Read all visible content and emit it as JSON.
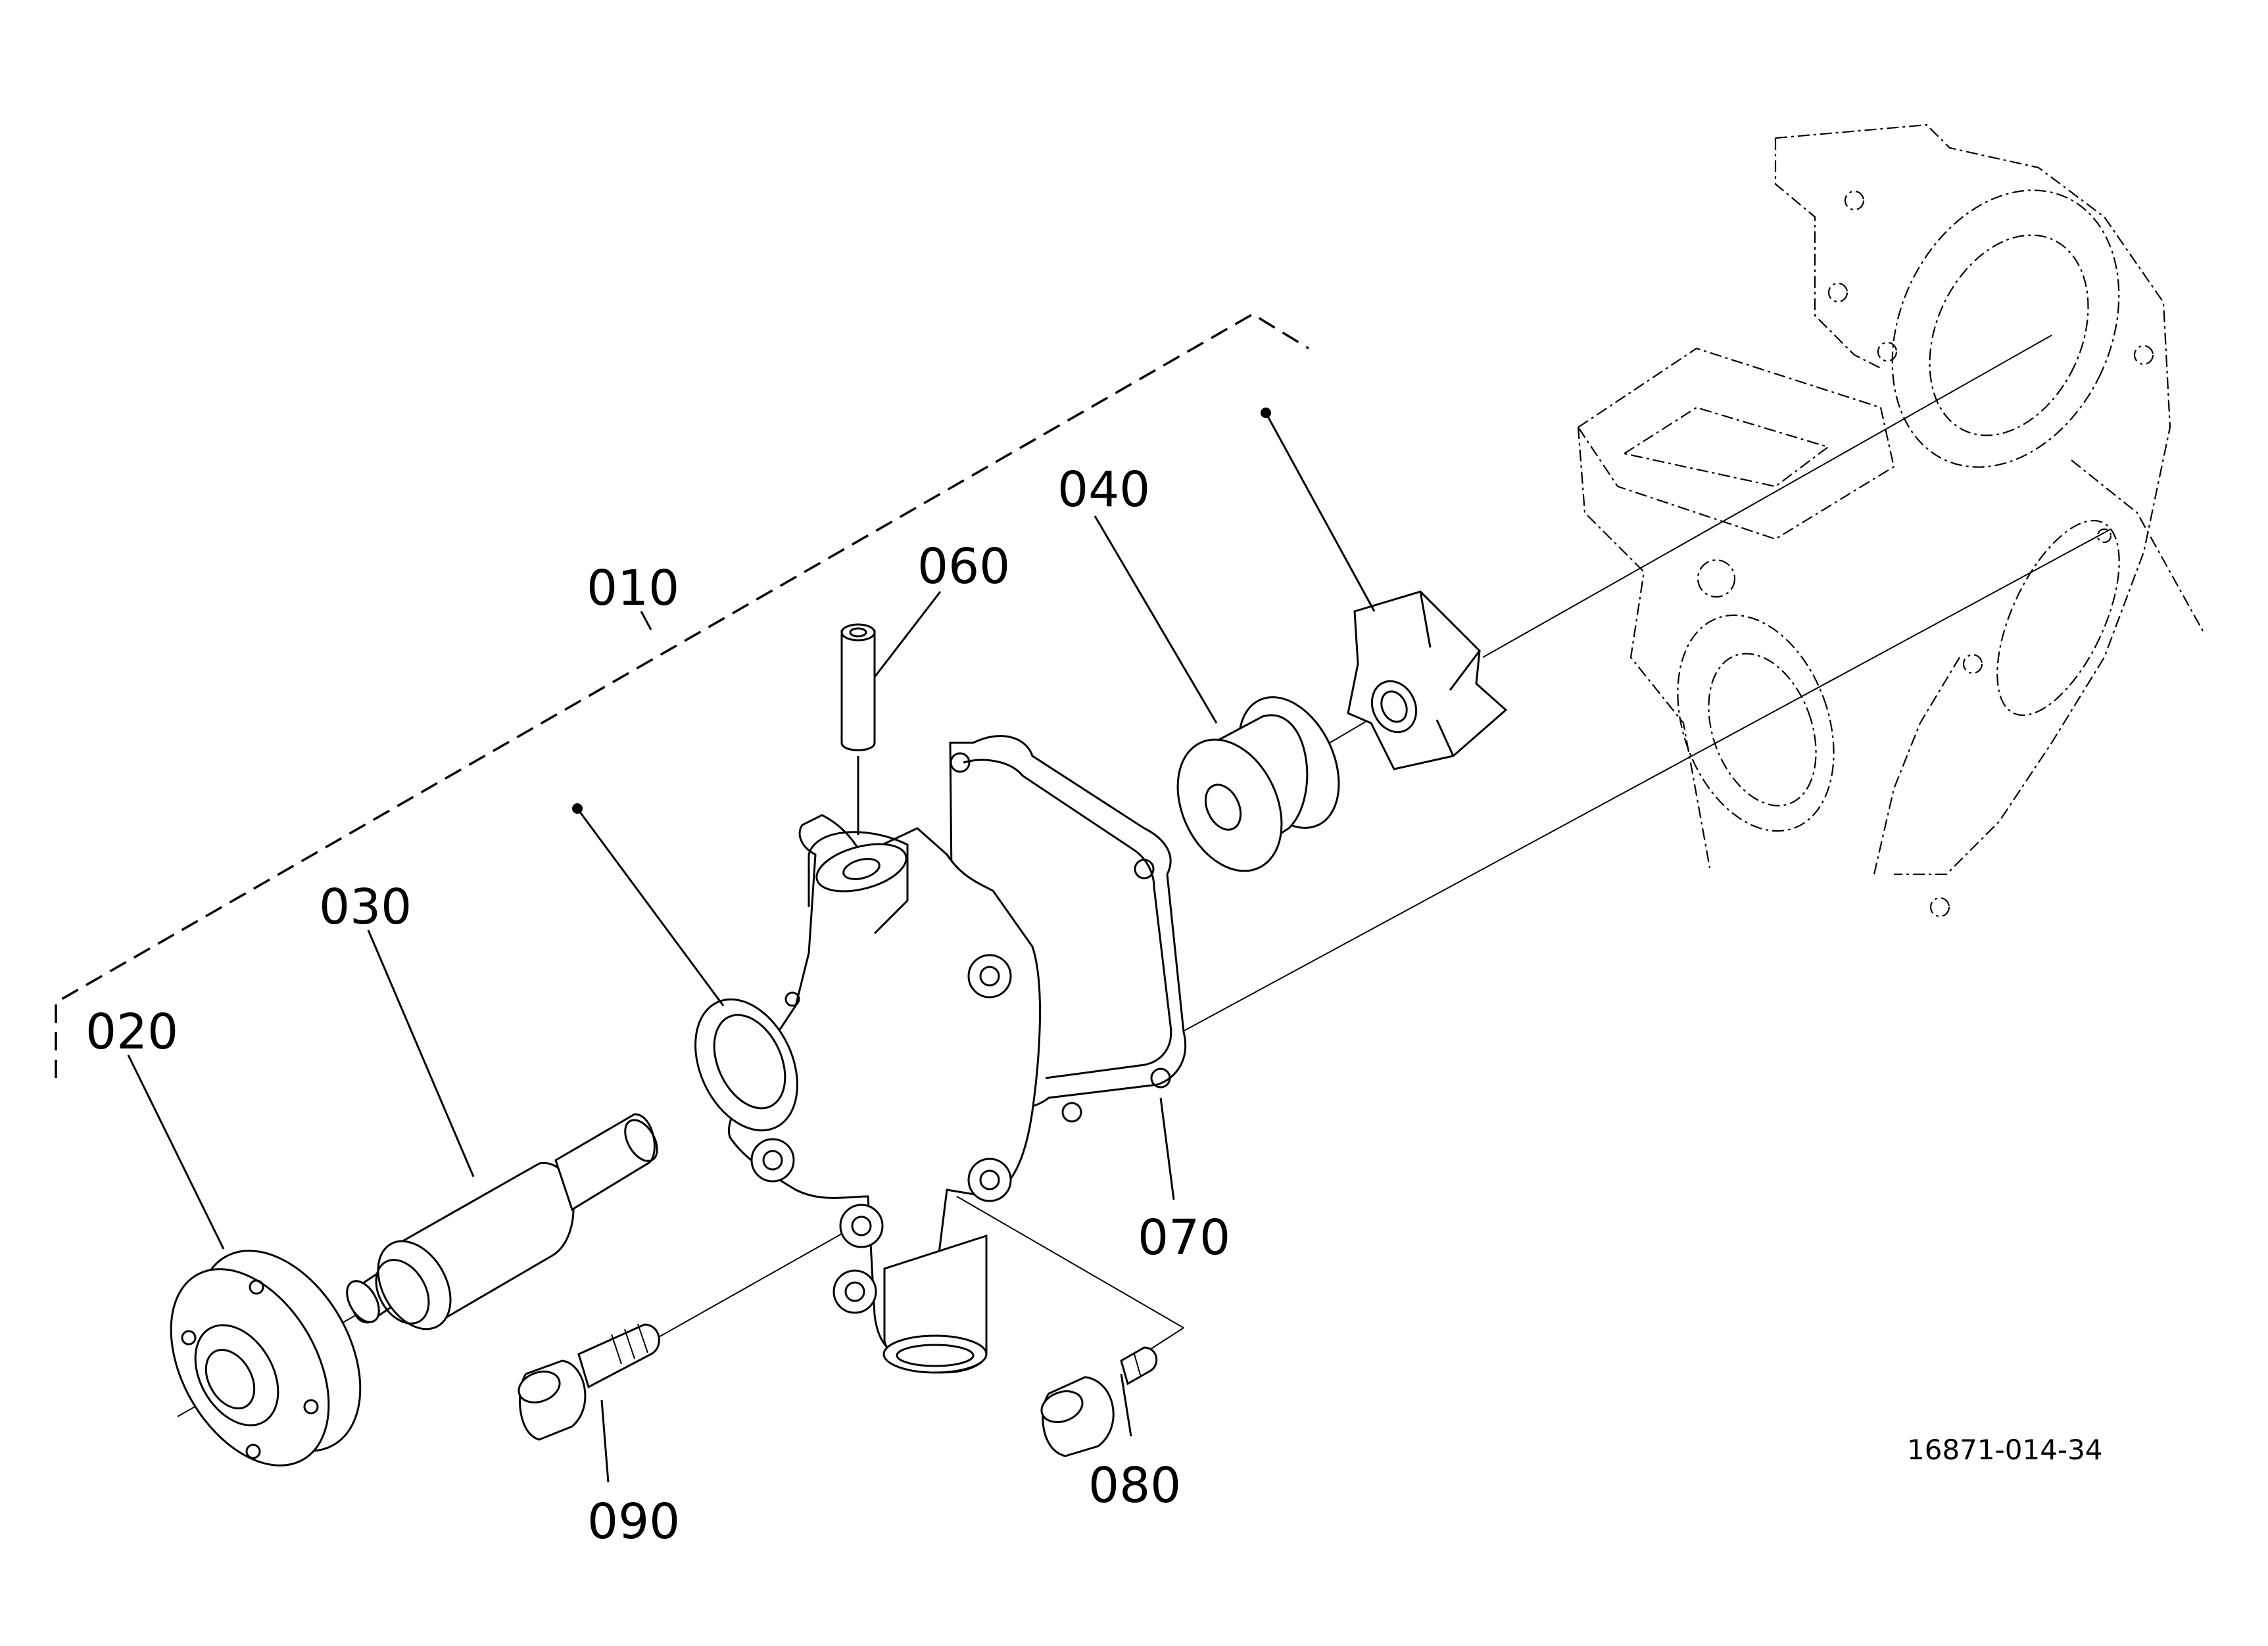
{
  "diagram": {
    "ref_number": "16871-014-34",
    "parts": [
      {
        "id": "010",
        "label": "010"
      },
      {
        "id": "020",
        "label": "020"
      },
      {
        "id": "030",
        "label": "030"
      },
      {
        "id": "040",
        "label": "040"
      },
      {
        "id": "060",
        "label": "060"
      },
      {
        "id": "070",
        "label": "070"
      },
      {
        "id": "080",
        "label": "080"
      },
      {
        "id": "090",
        "label": "090"
      }
    ]
  }
}
